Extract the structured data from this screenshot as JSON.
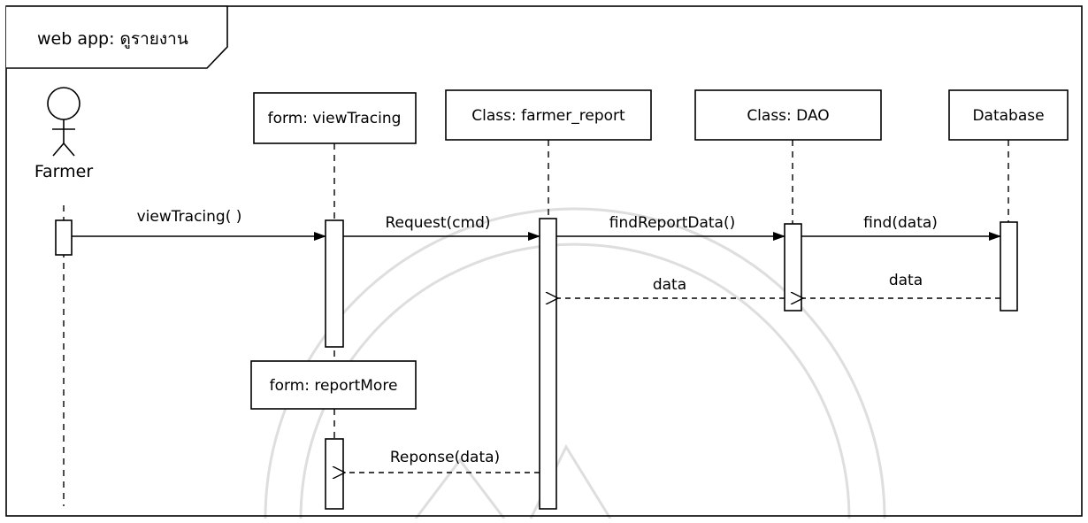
{
  "frame": {
    "title": "web app: ดูรายงาน"
  },
  "actor": {
    "name": "Farmer"
  },
  "lifelines": [
    {
      "label": "form: viewTracing"
    },
    {
      "label": "Class: farmer_report"
    },
    {
      "label": "Class: DAO"
    },
    {
      "label": "Database"
    },
    {
      "label": "form: reportMore"
    }
  ],
  "messages": [
    {
      "label": "viewTracing( )",
      "type": "sync"
    },
    {
      "label": "Request(cmd)",
      "type": "sync"
    },
    {
      "label": "findReportData()",
      "type": "sync"
    },
    {
      "label": "find(data)",
      "type": "sync"
    },
    {
      "label": "data",
      "type": "return"
    },
    {
      "label": "data",
      "type": "return"
    },
    {
      "label": "Reponse(data)",
      "type": "return"
    }
  ],
  "watermark": {
    "shape": "circular-seal",
    "color": "#d8d8d8"
  }
}
